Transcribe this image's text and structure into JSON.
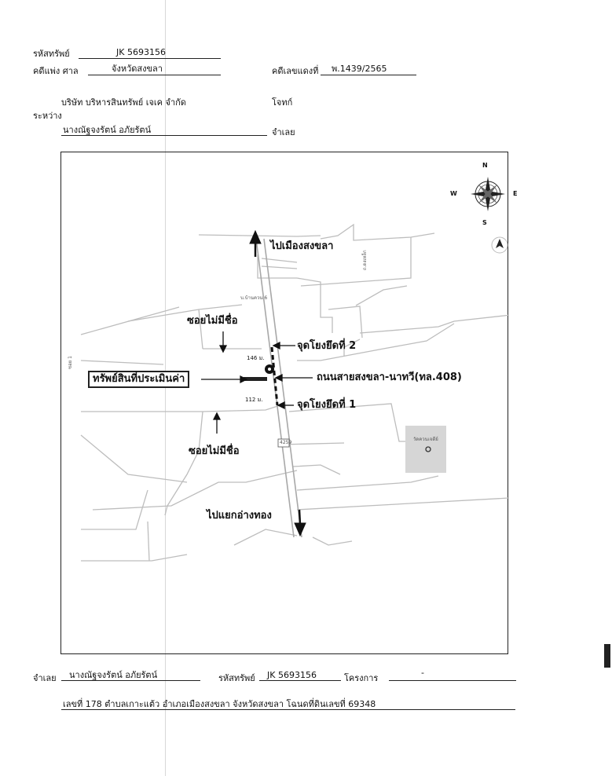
{
  "header": {
    "asset_code_label": "รหัสทรัพย์",
    "asset_code_value": "JK 5693156",
    "case_court_label": "คดีแพ่ง ศาล",
    "case_court_value": "จังหวัดสงขลา",
    "red_case_label": "คดีเลขแดงที่",
    "red_case_value": "พ.1439/2565",
    "plaintiff_name": "บริษัท บริหารสินทรัพย์ เจเค จำกัด",
    "plaintiff_role": "โจทก์",
    "between_label": "ระหว่าง",
    "defendant_name": "นางณัฐจงรัตน์ อภัยรัตน์",
    "defendant_role": "จำเลย"
  },
  "map": {
    "compass": {
      "n": "N",
      "s": "S",
      "e": "E",
      "w": "W"
    },
    "to_songkhla": "ไปเมืองสงขลา",
    "to_ang_thong": "ไปแยกอ่างทอง",
    "alley_top": "ซอยไม่มีชื่อ",
    "alley_bottom": "ซอยไม่มีชื่อ",
    "anchor_point_2": "จุดโยงยึดที่ 2",
    "anchor_point_1": "จุดโยงยึดที่ 1",
    "road_name": "ถนนสายสงขลา-นาทวี(ทล.408)",
    "appraised_property": "ทรัพย์สินที่ประเมินค่า",
    "dist_top": "146 ม.",
    "dist_bottom": "112 ม.",
    "route_number": "4259",
    "temple_label": "วัดควนเจดีย์",
    "side_road_left": "ซอย 1",
    "side_road_top_right": "ถ.ดงเหล็ก",
    "village_label": "บ.บ้านควน 6"
  },
  "footer": {
    "defendant_label": "จำเลย",
    "defendant_value": "นางณัฐจงรัตน์ อภัยรัตน์",
    "asset_code_label": "รหัสทรัพย์",
    "asset_code_value": "JK 5693156",
    "project_label": "โครงการ",
    "project_value": "-",
    "location_line": "เลขที่ 178 ตำบลเกาะแต้ว อำเภอเมืองสงขลา จังหวัดสงขลา โฉนดที่ดินเลขที่ 69348"
  },
  "colors": {
    "ink": "#111111",
    "road": "#bdbdbd",
    "temple_area": "#d6d6d6"
  }
}
